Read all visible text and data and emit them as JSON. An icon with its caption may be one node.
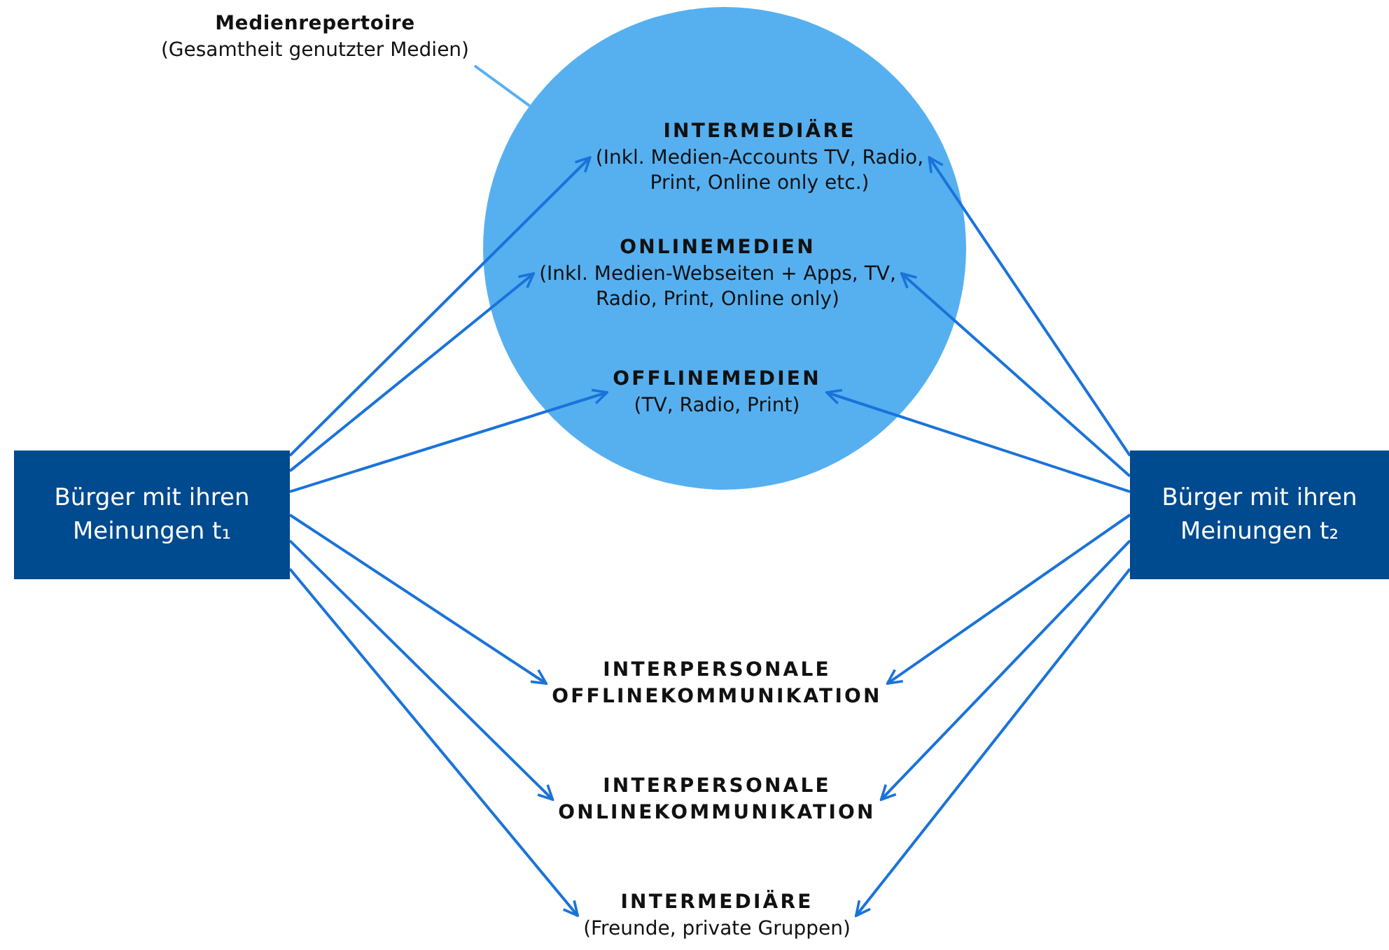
{
  "diagram": {
    "nodes": [
      {
        "text": [
          "Medienrepertoire",
          "(Gesamtheit genutzter Medien)"
        ]
      },
      {
        "text": [],
        "shape": "circle"
      },
      {
        "text": [
          "INTERMEDIÄRE",
          "(Inkl. Medien-Accounts TV, Radio, Print, Online only etc.)"
        ],
        "in": 1
      },
      {
        "text": [
          "ONLINEMEDIEN",
          "(Inkl. Medien-Webseiten + Apps, TV, Radio, Print, Online only)"
        ],
        "in": 1
      },
      {
        "text": [
          "OFFLINEMEDIEN",
          "(TV, Radio, Print)"
        ],
        "in": 1
      },
      {
        "text": [
          "Bürger mit ihren Meinungen t₁"
        ]
      },
      {
        "text": [
          "Bürger mit ihren Meinungen t₂"
        ]
      },
      {
        "text": [
          "INTERPERSONALE OFFLINEKOMMUNIKATION"
        ]
      },
      {
        "text": [
          "INTERPERSONALE ONLINEKOMMUNIKATION"
        ]
      },
      {
        "text": [
          "INTERMEDIÄRE",
          "(Freunde, private Gruppen)"
        ]
      }
    ],
    "edges": [
      {
        "from": 0,
        "to": 1,
        "arrow": "none",
        "color": "#56b0f0"
      },
      {
        "from": 5,
        "to": 2,
        "arrow": "to"
      },
      {
        "from": 5,
        "to": 3,
        "arrow": "to"
      },
      {
        "from": 5,
        "to": 4,
        "arrow": "to"
      },
      {
        "from": 5,
        "to": 7,
        "arrow": "to"
      },
      {
        "from": 5,
        "to": 8,
        "arrow": "to"
      },
      {
        "from": 5,
        "to": 9,
        "arrow": "to"
      },
      {
        "from": 6,
        "to": 2,
        "arrow": "to"
      },
      {
        "from": 6,
        "to": 3,
        "arrow": "to"
      },
      {
        "from": 6,
        "to": 4,
        "arrow": "to"
      },
      {
        "from": 6,
        "to": 7,
        "arrow": "to"
      },
      {
        "from": 6,
        "to": 8,
        "arrow": "to"
      },
      {
        "from": 6,
        "to": 9,
        "arrow": "to"
      }
    ]
  }
}
